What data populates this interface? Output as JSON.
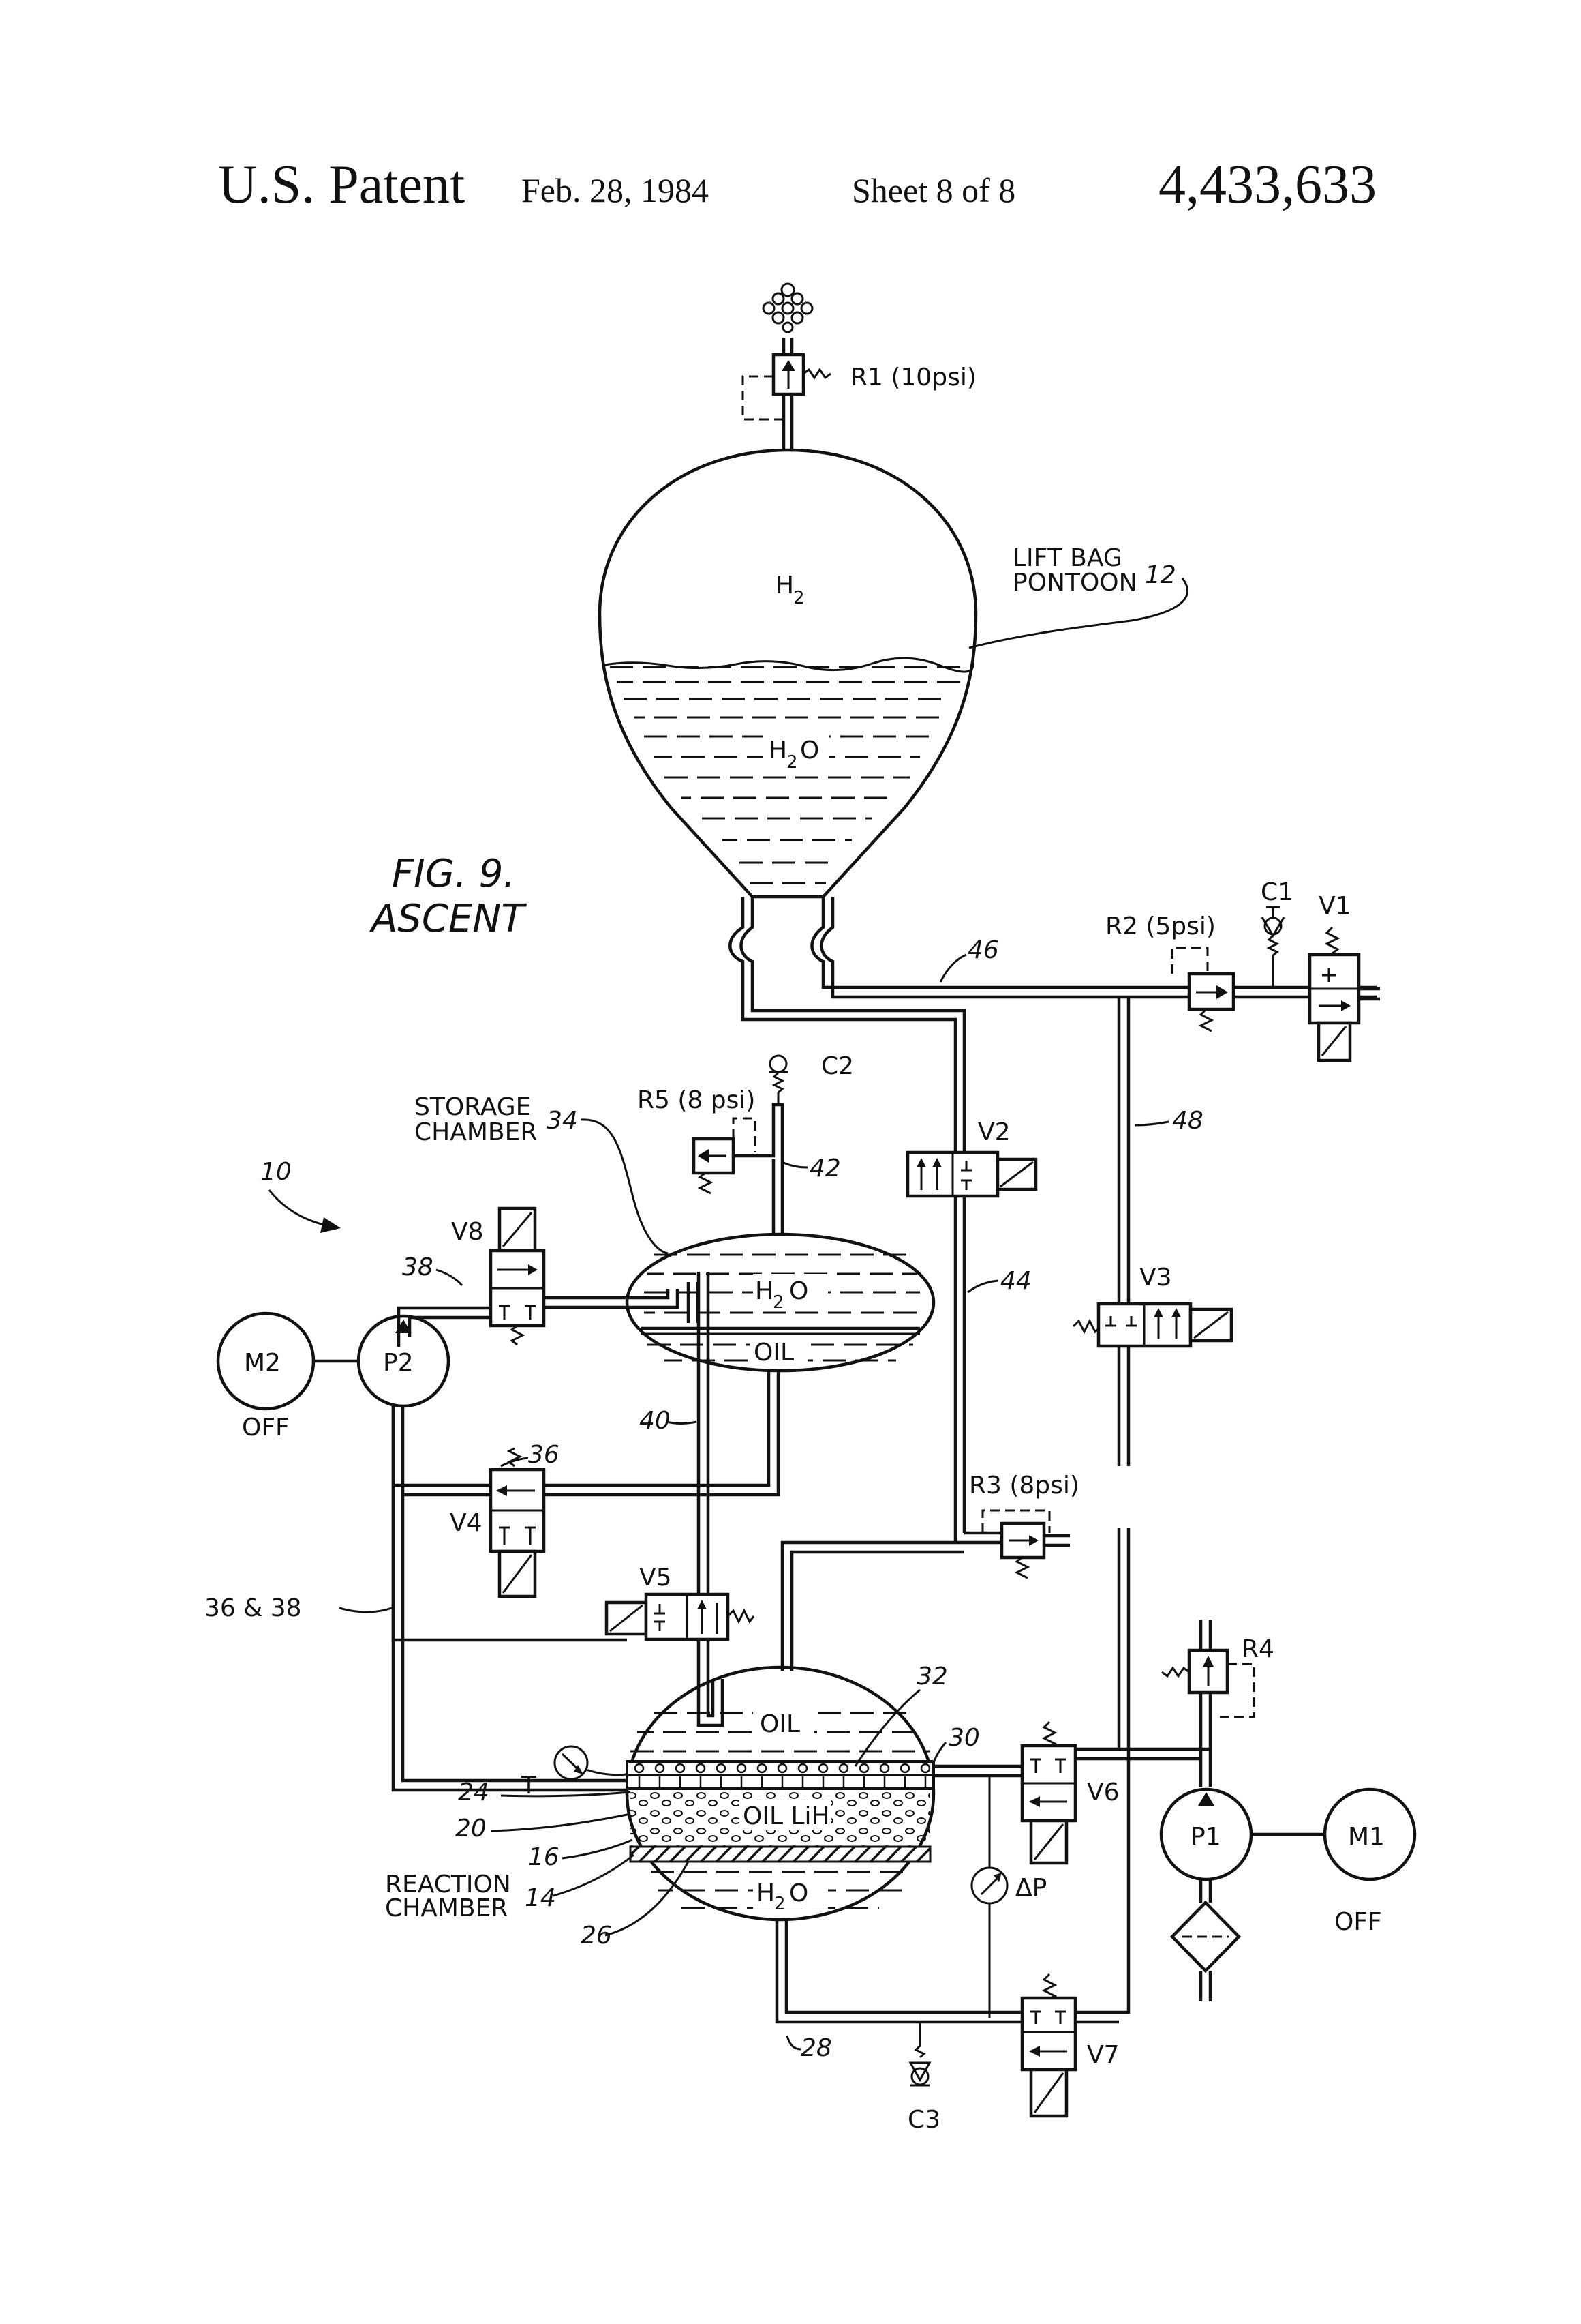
{
  "header": {
    "left": "U.S. Patent",
    "date": "Feb. 28, 1984",
    "sheet": "Sheet 8 of 8",
    "number": "4,433,633"
  },
  "figure": {
    "title": "FIG. 9.",
    "subtitle": "ASCENT"
  },
  "labels": {
    "r1": "R1 (10psi)",
    "lift_bag": "LIFT BAG",
    "pontoon": "PONTOON",
    "ref_12": "12",
    "h2": "H",
    "h2_sub": "2",
    "h2o_top": "H",
    "h2o_top_sub": "2",
    "h2o_top_o": "O",
    "c1": "C1",
    "v1": "V1",
    "r2": "R2 (5psi)",
    "ref_46": "46",
    "c2": "C2",
    "r5": "R5 (8 psi)",
    "ref_42": "42",
    "storage_1": "STORAGE",
    "storage_2": "CHAMBER",
    "ref_34": "34",
    "v2": "V2",
    "ref_48": "48",
    "ref_10": "10",
    "v8": "V8",
    "ref_38": "38",
    "storage_h2o_h": "H",
    "storage_h2o_2": "2",
    "storage_h2o_o": "O",
    "storage_oil": "OIL",
    "ref_44": "44",
    "v3": "V3",
    "m2": "M2",
    "p2": "P2",
    "off_left": "OFF",
    "ref_40": "40",
    "ref_36": "36",
    "v4": "V4",
    "r3": "R3 (8psi)",
    "ref_36_38": "36 & 38",
    "v5": "V5",
    "r4": "R4",
    "ref_32": "32",
    "react_oil": "OIL",
    "ref_30": "30",
    "t": "T",
    "ref_24": "24",
    "v6": "V6",
    "p1": "P1",
    "m1": "M1",
    "ref_20": "20",
    "oil_lih": "OIL LiH",
    "ref_16": "16",
    "dp": "ΔP",
    "reaction_1": "REACTION",
    "reaction_2": "CHAMBER",
    "ref_14": "14",
    "react_h2o_h": "H",
    "react_h2o_2": "2",
    "react_h2o_o": "O",
    "ref_26": "26",
    "off_right": "OFF",
    "ref_28": "28",
    "v7": "V7",
    "c3": "C3"
  }
}
